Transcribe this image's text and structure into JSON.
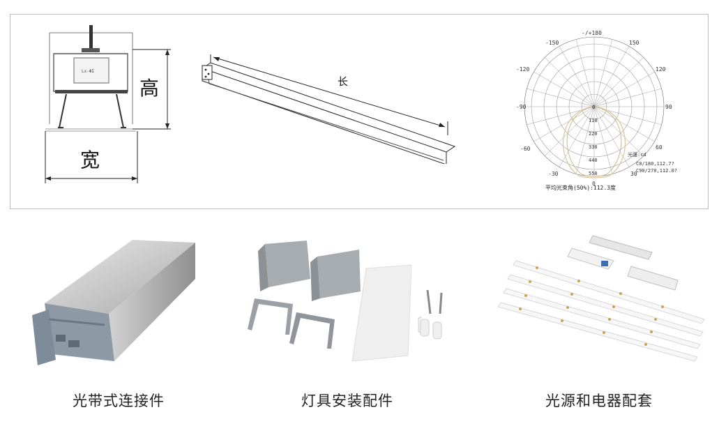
{
  "diagrams": {
    "cross_section": {
      "height_label": "高",
      "width_label": "宽"
    },
    "length_view": {
      "length_label": "长"
    },
    "polar": {
      "angle_labels": [
        "-/+180",
        "-150",
        "150",
        "-120",
        "120",
        "-90",
        "90",
        "-60",
        "60",
        "-30",
        "30",
        "0"
      ],
      "radial_labels": [
        "0",
        "110",
        "220",
        "330",
        "440",
        "550"
      ],
      "legend_title": "光强:cd",
      "legend_c0": "C0/180,112.7?",
      "legend_c90": "C90/270,112.0?",
      "beam_angle": "平均光束角(50%):112.3度"
    }
  },
  "products": [
    {
      "caption": "光带式连接件"
    },
    {
      "caption": "灯具安装配件"
    },
    {
      "caption": "光源和电器配套"
    }
  ]
}
